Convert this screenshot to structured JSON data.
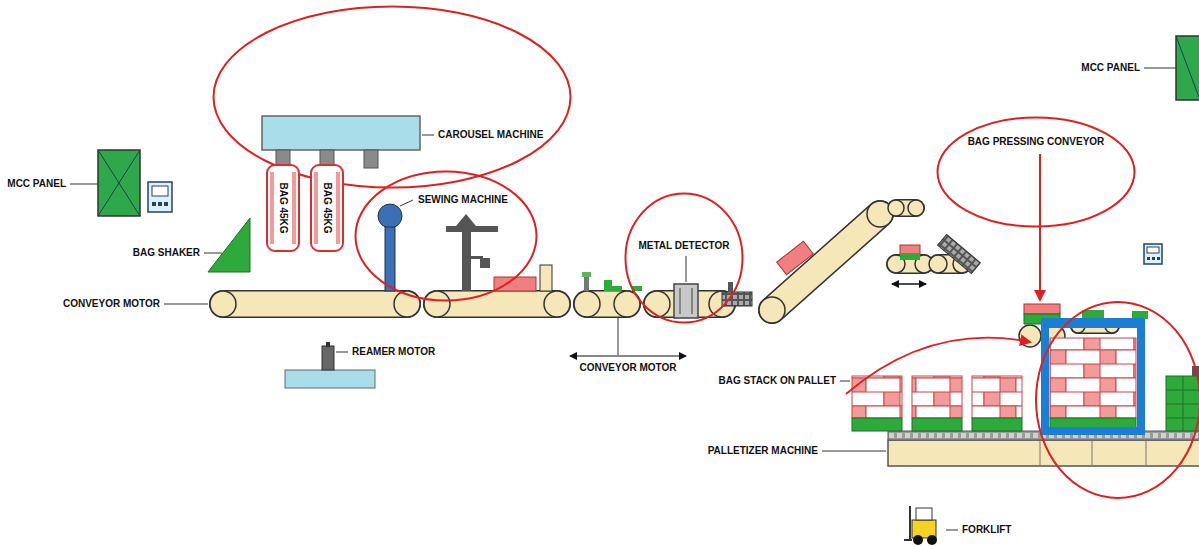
{
  "diagram": {
    "nodes": [
      {
        "text": [
          "CAROUSEL MACHINE"
        ]
      },
      {
        "text": [
          "BAG 45KG"
        ]
      },
      {
        "text": [
          "BAG 45KG"
        ]
      },
      {
        "text": [
          "SEWING MACHINE"
        ]
      },
      {
        "text": [
          "METAL DETECTOR"
        ]
      },
      {
        "text": [
          "BAG PRESSING CONVEYOR"
        ]
      }
    ],
    "labels": [
      "MCC PANEL",
      "BAG SHAKER",
      "CONVEYOR MOTOR",
      "REAMER MOTOR",
      "CONVEYOR MOTOR",
      "MCC PANEL",
      "BAG STACK ON PALLET",
      "PALLETIZER MACHINE",
      "FORKLIFT"
    ]
  }
}
